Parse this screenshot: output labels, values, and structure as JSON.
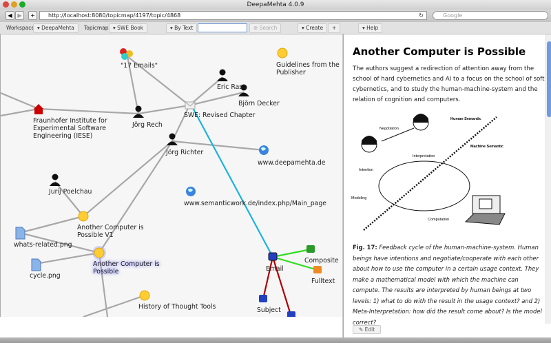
{
  "window": {
    "title": "DeepaMehta 4.0.9",
    "url": "http://localhost:8080/topicmap/4197/topic/4868",
    "search_placeholder": "Google"
  },
  "nav": {
    "back": "◀",
    "forward": "▶",
    "add": "+",
    "reload": "↻"
  },
  "toolbar": {
    "workspace_label": "Workspace",
    "workspace_value": "DeepaMehta",
    "topicmap_label": "Topicmap",
    "topicmap_value": "SWE Book",
    "search_mode": "By Text",
    "search_value": "",
    "search_button": "Search",
    "create_button": "Create",
    "create_plus": "+",
    "help_button": "Help"
  },
  "map": {
    "nodes": [
      {
        "label": "\"17 Emails\"",
        "type": "emails"
      },
      {
        "label": "Guidelines from the Publisher",
        "type": "note"
      },
      {
        "label": "Eric Ras",
        "type": "person"
      },
      {
        "label": "Björn Decker",
        "type": "person"
      },
      {
        "label": "SWE: Revised Chapter",
        "type": "email"
      },
      {
        "label": "Fraunhofer Institute for Experimental Software Engineering (IESE)",
        "type": "institution"
      },
      {
        "label": "Jörg Rech",
        "type": "person"
      },
      {
        "label": "Jörg Richter",
        "type": "person"
      },
      {
        "label": "www.deepamehta.de",
        "type": "web"
      },
      {
        "label": "Jurij Poelchau",
        "type": "person"
      },
      {
        "label": "www.semanticwork.de/index.php/Main_page",
        "type": "web"
      },
      {
        "label": "Another Computer is Possible V1",
        "type": "note"
      },
      {
        "label": "whats-related.png",
        "type": "file"
      },
      {
        "label": "Another Computer is Possible",
        "type": "note-selected"
      },
      {
        "label": "cycle.png",
        "type": "file"
      },
      {
        "label": "History of Thought Tools",
        "type": "note"
      },
      {
        "label": "Email",
        "type": "topic-type"
      },
      {
        "label": "Composite",
        "type": "composite"
      },
      {
        "label": "Fulltext",
        "type": "fulltext"
      },
      {
        "label": "Subject",
        "type": "topic-type"
      }
    ]
  },
  "detail": {
    "title": "Another Computer is Possible",
    "body": "The authors suggest a redirection of attention away from the school of hard cybernetics and AI to a focus on the school of soft cybernetics, and to study the human-machine-system and the relation of cognition and computers.",
    "figure_labels": {
      "negotiation": "Negotiation",
      "intention": "Intention",
      "human": "Human Semantic",
      "machine": "Machine Semantic",
      "interpretation": "Interpretation",
      "modeling": "Modeling",
      "computation": "Computation"
    },
    "caption_fig": "Fig. 17:",
    "caption_text": " Feedback cycle of the human-machine-system. Human beings have intentions and negotiate/cooperate with each other about how to use the computer in a certain usage context. They make a mathematical model with which the machine can compute. The results are interpreted by human beings at two levels: 1) what to do with the result in the usage context? and 2) Meta-Interpretation: how did the result come about? Is the model correct?",
    "edit_button": "Edit"
  },
  "colors": {
    "edge": "#a8a8a8",
    "sequence": "#1ab3e0",
    "green": "#33dd22",
    "red": "#b00000",
    "selected_glow": "#8888ff"
  }
}
